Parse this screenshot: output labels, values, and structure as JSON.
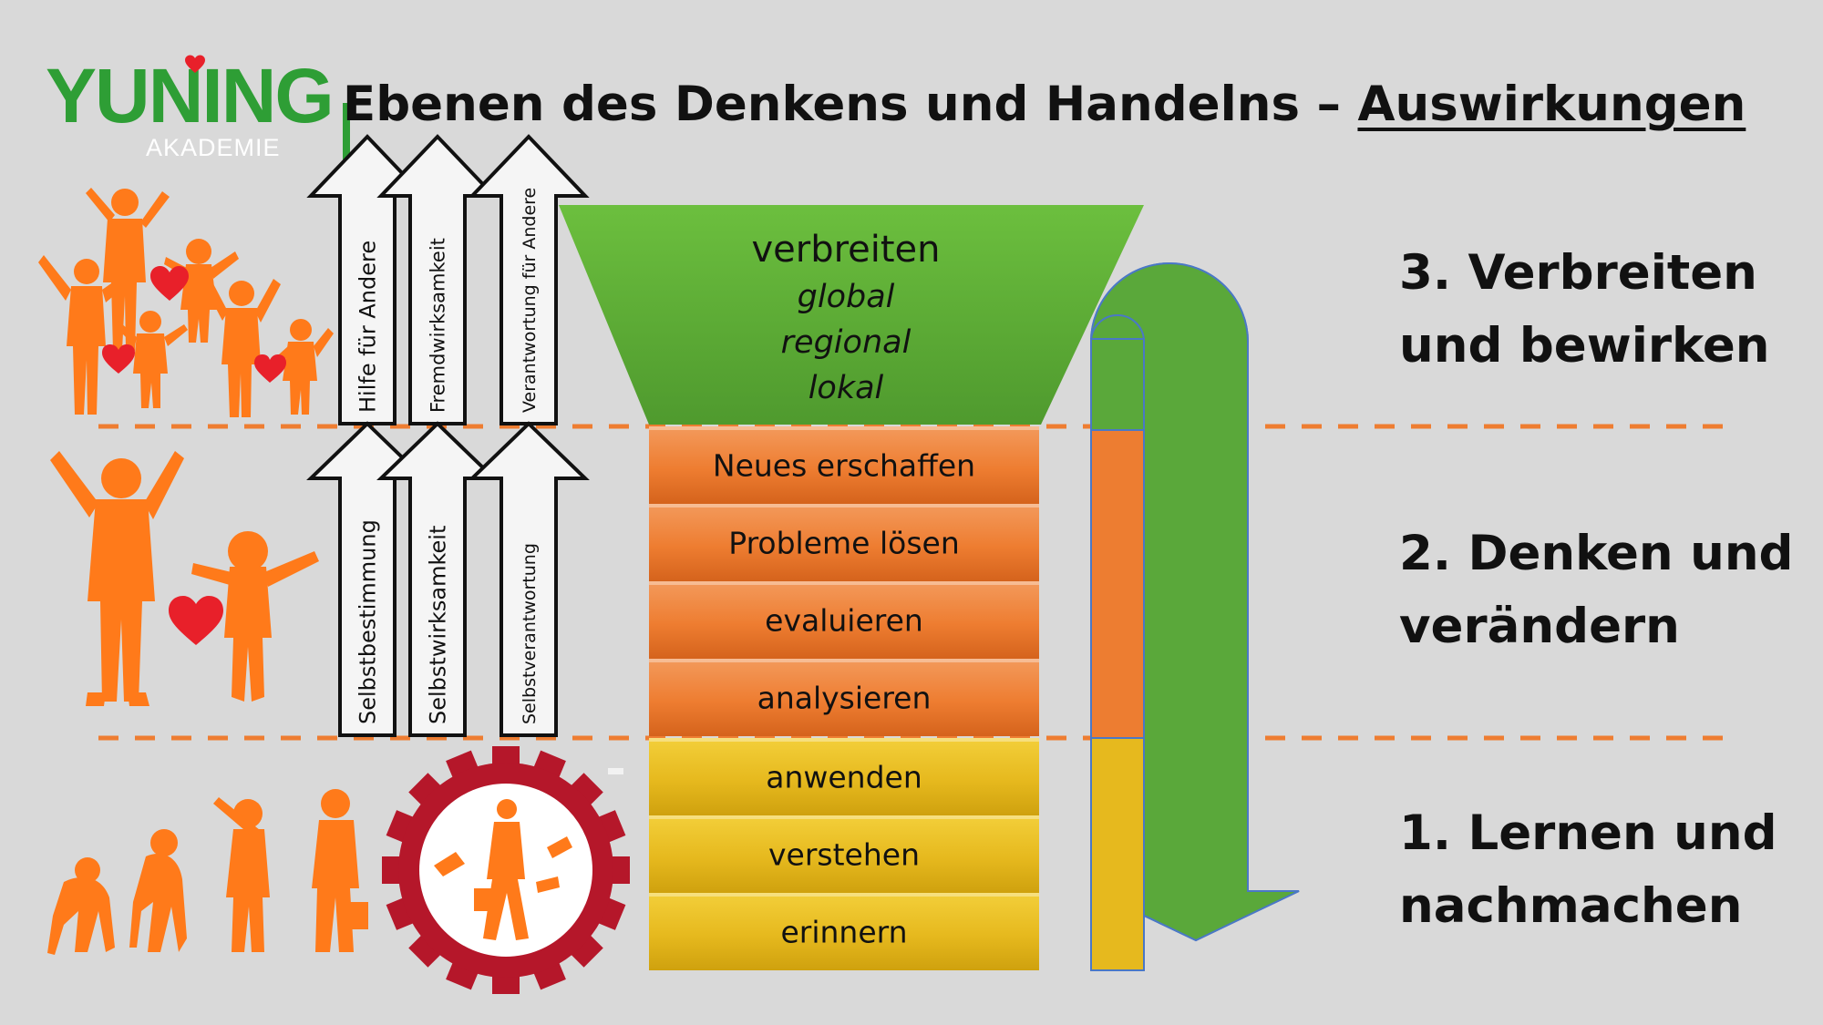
{
  "logo": {
    "word": "YUNING",
    "sub": "AKADEMIE"
  },
  "title": {
    "prefix": "Ebenen des Denkens und Handelns – ",
    "underlined": "Auswirkungen"
  },
  "funnel": {
    "top": {
      "label": "verbreiten",
      "sublabels": [
        "global",
        "regional",
        "lokal"
      ]
    },
    "orange_steps": [
      "Neues erschaffen",
      "Probleme lösen",
      "evaluieren",
      "analysieren"
    ],
    "yellow_steps": [
      "anwenden",
      "verstehen",
      "erinnern"
    ]
  },
  "arrows": {
    "upper": [
      "Hilfe für Andere",
      "Fremdwirksamkeit",
      "Verantwortung für Andere"
    ],
    "lower": [
      "Selbstbestimmung",
      "Selbstwirksamkeit",
      "Selbstverantwortung"
    ]
  },
  "levels": {
    "level3": {
      "line1": "3. Verbreiten",
      "line2": "und bewirken"
    },
    "level2": {
      "line1": "2. Denken und",
      "line2": "verändern"
    },
    "level1": {
      "line1": "1. Lernen und",
      "line2": "nachmachen"
    }
  },
  "colors": {
    "green": "#5aa83a",
    "orange": "#ed7d31",
    "yellow": "#e6b91e",
    "figure_orange": "#ff7a1a",
    "heart_red": "#e8202a",
    "gear_red": "#b5172a",
    "dash": "#ee7d31"
  }
}
